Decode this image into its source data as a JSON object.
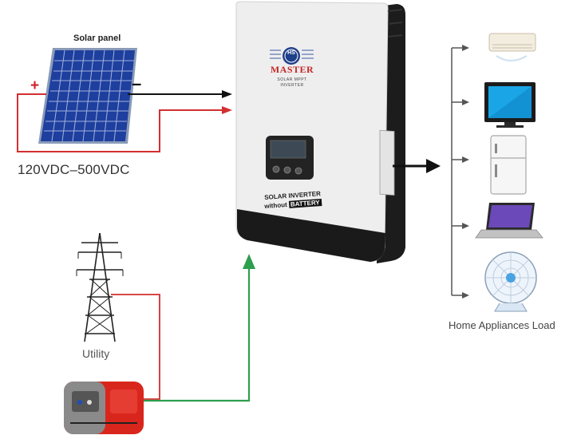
{
  "labels": {
    "solar_panel": "Solar panel",
    "voltage_range": "120VDC–500VDC",
    "utility": "Utility",
    "load": "Home Appliances Load",
    "plus": "+",
    "minus": "–"
  },
  "inverter": {
    "logo": "HS",
    "brand": "MASTER",
    "subtitle_line1": "SOLAR MPPT",
    "subtitle_line2": "INVERTER",
    "panel_text_line1": "SOLAR INVERTER",
    "panel_text_line2_a": "without ",
    "panel_text_line2_b": "BATTERY"
  },
  "colors": {
    "positive_wire": "#d32f2f",
    "negative_wire": "#111111",
    "input_wire": "#2e9e4f",
    "output_arrow": "#111111",
    "inverter_body": "#eeeeee",
    "inverter_side": "#1c1c1c"
  },
  "icons": [
    "solar-panel-icon",
    "power-tower-icon",
    "generator-icon",
    "inverter-icon",
    "air-conditioner-icon",
    "tv-icon",
    "fridge-icon",
    "laptop-icon",
    "fan-icon"
  ]
}
